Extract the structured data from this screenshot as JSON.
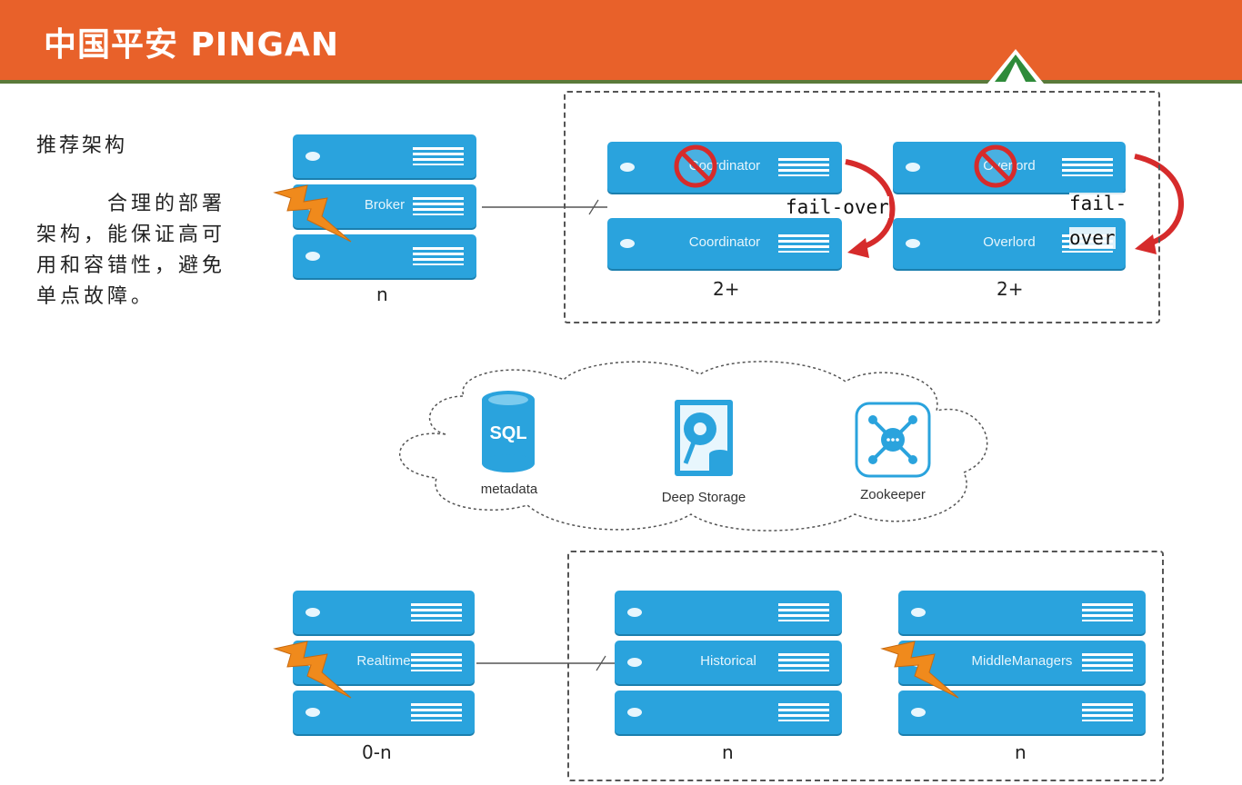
{
  "header": {
    "logo_text": "中国平安 PINGAN",
    "colors": {
      "bar": "#e8612a",
      "rule": "#5a7a3a"
    }
  },
  "left_panel": {
    "title": "推荐架构",
    "description": "合理的部署架构，能保证高可用和容错性，避免单点故障。"
  },
  "colors": {
    "server": "#2aa3dd",
    "failover_arrow": "#d62b2b",
    "bolt": "#f08a1c"
  },
  "top": {
    "broker_stack": {
      "label": "Broker",
      "count": "n"
    },
    "coordinator_pair": {
      "label": "Coordinator",
      "count": "2+"
    },
    "overlord_pair": {
      "label": "Overlord",
      "count": "2+"
    },
    "failover_label_1": "fail-over",
    "failover_label_2a": "fail-",
    "failover_label_2b": "over"
  },
  "middle": {
    "metadata_label": "metadata",
    "sql_text": "SQL",
    "deep_storage_label": "Deep Storage",
    "zookeeper_label": "Zookeeper"
  },
  "bottom": {
    "realtime_stack": {
      "label": "Realtime",
      "count": "0-n"
    },
    "historical_stack": {
      "label": "Historical",
      "count": "n"
    },
    "middlemanagers_stack": {
      "label": "MiddleManagers",
      "count": "n"
    }
  }
}
